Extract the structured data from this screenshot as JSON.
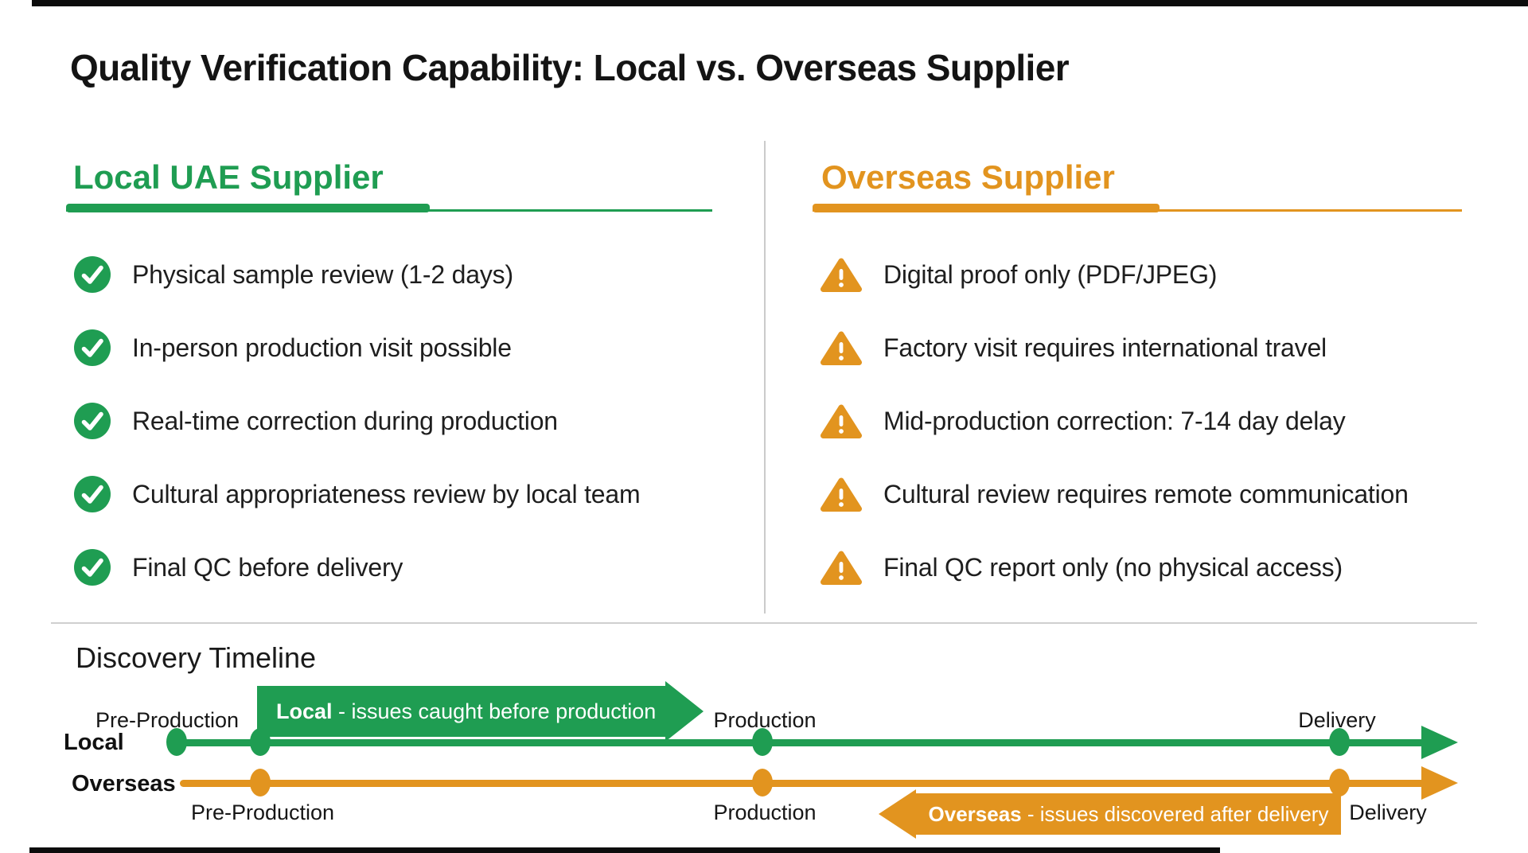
{
  "title": "Quality Verification Capability: Local vs. Overseas Supplier",
  "local": {
    "title": "Local UAE Supplier",
    "items": [
      "Physical sample review (1-2 days)",
      "In-person production visit possible",
      "Real-time correction during production",
      "Cultural appropriateness review by local team",
      "Final QC before delivery"
    ]
  },
  "overseas": {
    "title": "Overseas Supplier",
    "items": [
      "Digital proof only (PDF/JPEG)",
      "Factory visit requires international travel",
      "Mid-production correction: 7-14 day delay",
      "Cultural review requires remote communication",
      "Final QC report only (no physical access)"
    ]
  },
  "timeline": {
    "title": "Discovery Timeline",
    "local_row_label": "Local",
    "overseas_row_label": "Overseas",
    "top_stages": [
      "Pre-Production",
      "Production",
      "Delivery"
    ],
    "bottom_stages": [
      "Pre-Production",
      "Production",
      "Delivery"
    ],
    "local_banner_bold": "Local",
    "local_banner_rest": " - issues caught before production",
    "overseas_banner_bold": "Overseas",
    "overseas_banner_rest": " - issues discovered after delivery"
  },
  "icons": {
    "local_item_icon": "check-circle-icon",
    "overseas_item_icon": "warning-triangle-icon"
  },
  "colors": {
    "green": "#1f9d52",
    "orange": "#e2941f",
    "text": "#1c1c1c",
    "divider": "#cccccc",
    "edge_bar": "#0c0c0c",
    "background": "#ffffff"
  }
}
